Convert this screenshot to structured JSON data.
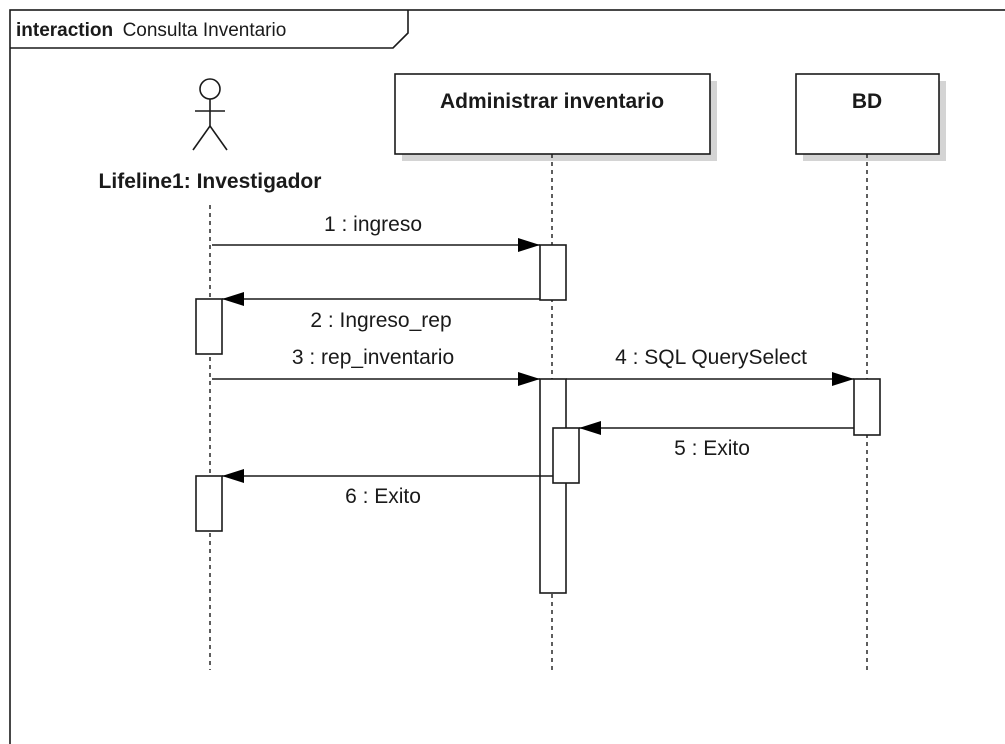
{
  "frame": {
    "keyword": "interaction",
    "name": "Consulta Inventario"
  },
  "lifelines": [
    {
      "id": "actor",
      "kind": "actor",
      "label": "Lifeline1: Investigador"
    },
    {
      "id": "admin",
      "kind": "object",
      "label": "Administrar inventario"
    },
    {
      "id": "bd",
      "kind": "object",
      "label": "BD"
    }
  ],
  "messages": [
    {
      "label": "1 : ingreso",
      "from": "actor",
      "to": "admin",
      "type": "synchronous"
    },
    {
      "label": "2 : Ingreso_rep",
      "from": "admin",
      "to": "actor",
      "type": "synchronous"
    },
    {
      "label": "3 : rep_inventario",
      "from": "actor",
      "to": "admin",
      "type": "synchronous"
    },
    {
      "label": "4 : SQL QuerySelect",
      "from": "admin",
      "to": "bd",
      "type": "synchronous"
    },
    {
      "label": "5 : Exito",
      "from": "bd",
      "to": "admin",
      "type": "synchronous"
    },
    {
      "label": "6 : Exito",
      "from": "admin",
      "to": "actor",
      "type": "synchronous"
    }
  ]
}
